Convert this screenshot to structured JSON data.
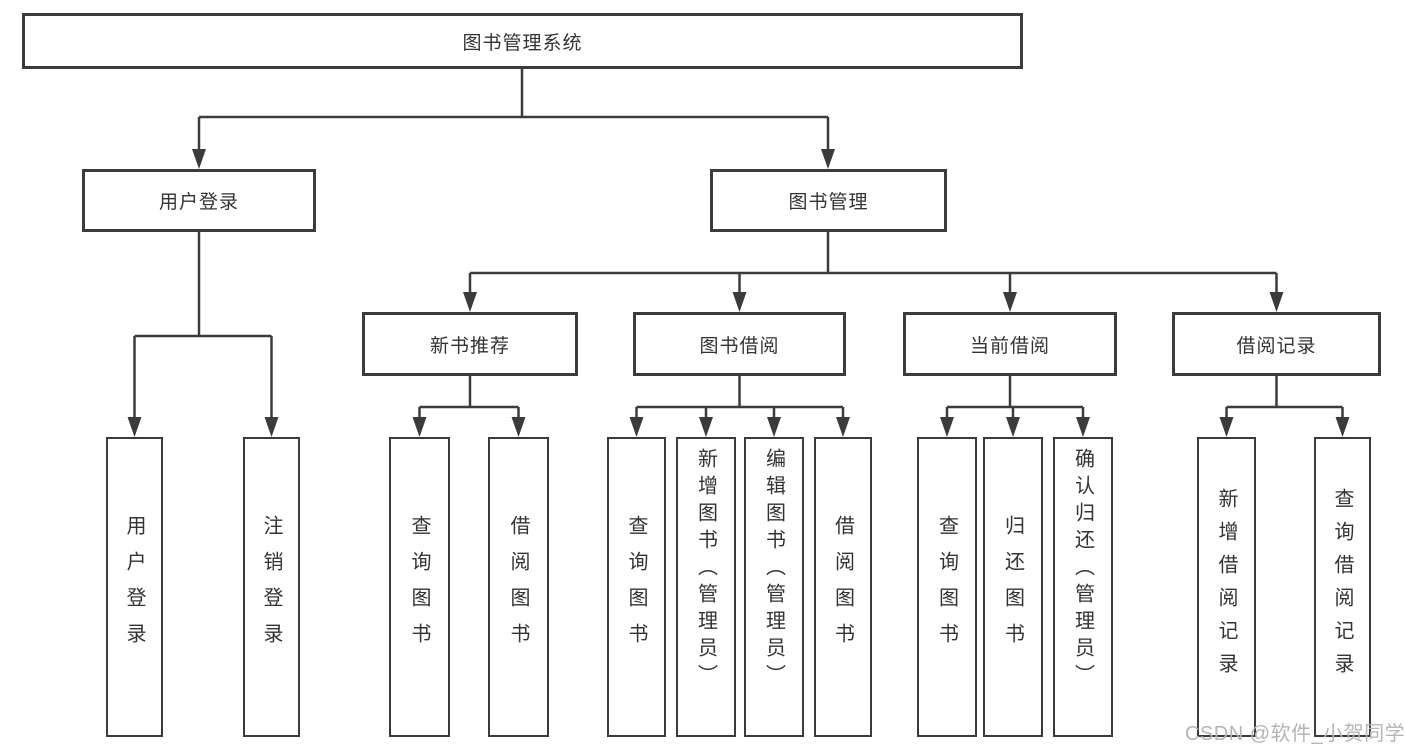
{
  "diagram": {
    "title": "图书管理系统",
    "root": {
      "label": "图书管理系统"
    },
    "level2": [
      {
        "label": "用户登录"
      },
      {
        "label": "图书管理"
      }
    ],
    "level3": [
      {
        "label": "新书推荐",
        "parent": "图书管理"
      },
      {
        "label": "图书借阅",
        "parent": "图书管理"
      },
      {
        "label": "当前借阅",
        "parent": "图书管理"
      },
      {
        "label": "借阅记录",
        "parent": "图书管理"
      }
    ],
    "leaves": [
      {
        "label": "用户登录",
        "parent": "用户登录"
      },
      {
        "label": "注销登录",
        "parent": "用户登录"
      },
      {
        "label": "查询图书",
        "parent": "新书推荐"
      },
      {
        "label": "借阅图书",
        "parent": "新书推荐"
      },
      {
        "label": "查询图书",
        "parent": "图书借阅"
      },
      {
        "label": "新增图书（管理员）",
        "parent": "图书借阅"
      },
      {
        "label": "编辑图书（管理员）",
        "parent": "图书借阅"
      },
      {
        "label": "借阅图书",
        "parent": "图书借阅"
      },
      {
        "label": "查询图书",
        "parent": "当前借阅"
      },
      {
        "label": "归还图书",
        "parent": "当前借阅"
      },
      {
        "label": "确认归还（管理员）",
        "parent": "当前借阅"
      },
      {
        "label": "新增借阅记录",
        "parent": "借阅记录"
      },
      {
        "label": "查询借阅记录",
        "parent": "借阅记录"
      }
    ]
  },
  "watermark": {
    "text": "CSDN @软件_小贺同学"
  },
  "colors": {
    "line": "#3b3b3b",
    "border": "#3b3b3b",
    "text": "#333333",
    "background": "#ffffff",
    "watermark": "#b5b5b5"
  }
}
